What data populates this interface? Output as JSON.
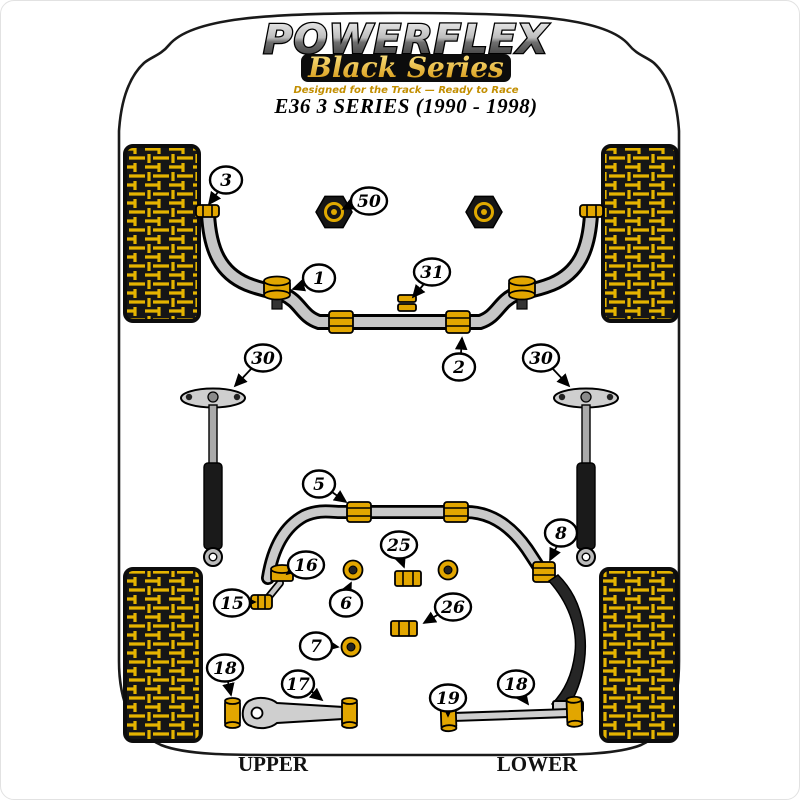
{
  "header": {
    "brand": "POWERFLEX",
    "series": "Black Series",
    "tagline": "Designed for the Track — Ready to Race",
    "title": "E36 3 SERIES (1990 - 1998)"
  },
  "colors": {
    "bushing_gold": "#e2a600",
    "tread_yellow": "#e5b400",
    "chassis_black": "#1a1a1a",
    "metal_gray": "#c6c6c6"
  },
  "callouts": [
    {
      "label": "3"
    },
    {
      "label": "50"
    },
    {
      "label": "1"
    },
    {
      "label": "31"
    },
    {
      "label": "2"
    },
    {
      "label": "30"
    },
    {
      "label": "30"
    },
    {
      "label": "5"
    },
    {
      "label": "8"
    },
    {
      "label": "16"
    },
    {
      "label": "25"
    },
    {
      "label": "15"
    },
    {
      "label": "6"
    },
    {
      "label": "26"
    },
    {
      "label": "7"
    },
    {
      "label": "18"
    },
    {
      "label": "17"
    },
    {
      "label": "19"
    },
    {
      "label": "18"
    }
  ],
  "footer": {
    "left_label": "UPPER",
    "right_label": "LOWER"
  }
}
